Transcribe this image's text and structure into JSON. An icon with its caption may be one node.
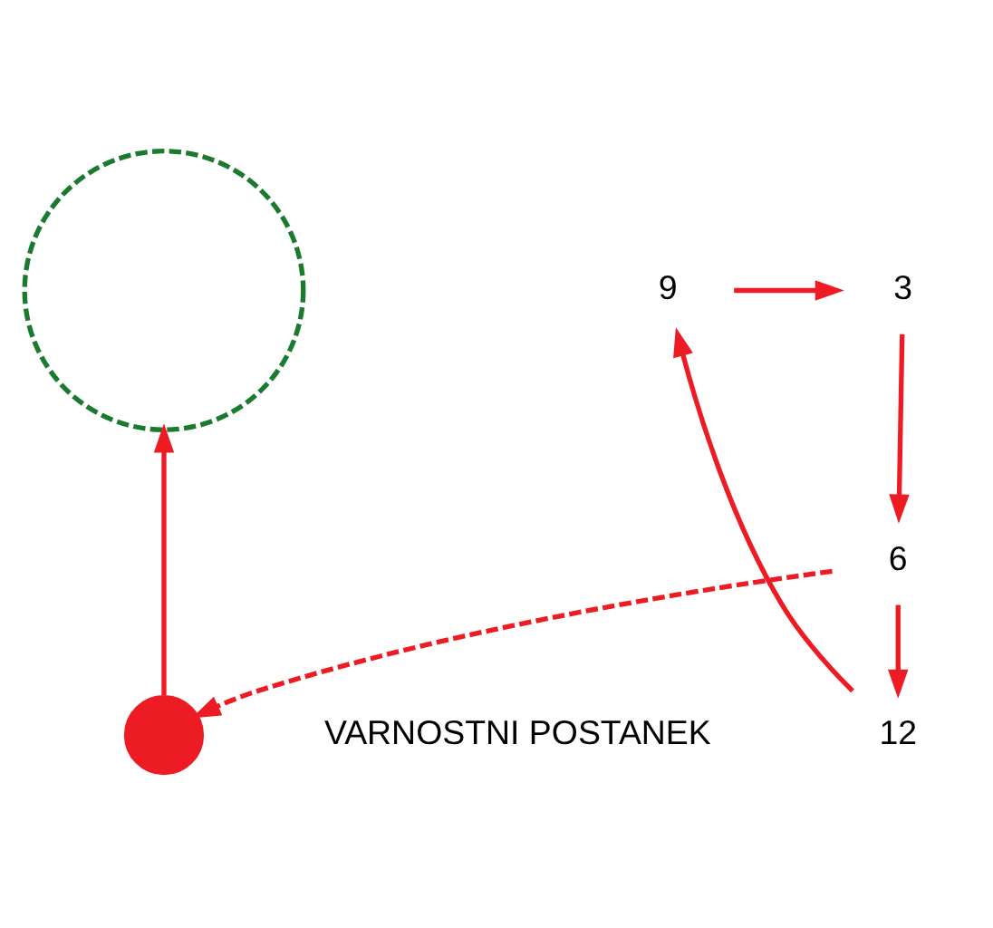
{
  "diagram": {
    "nodes": [
      {
        "text": [],
        "shape": "circle"
      },
      {
        "text": [
          "12"
        ]
      },
      {
        "text": [
          "9"
        ]
      },
      {
        "text": [
          "3"
        ]
      },
      {
        "text": [
          "6"
        ]
      },
      {
        "text": [],
        "shape": "circle",
        "beside": [
          "VARNOSTNI POSTANEK"
        ]
      }
    ],
    "edges": [
      {
        "from": 1,
        "to": 2,
        "arrow": "to"
      },
      {
        "from": 2,
        "to": 3,
        "arrow": "to"
      },
      {
        "from": 3,
        "to": 4,
        "arrow": "to"
      },
      {
        "from": 4,
        "to": 1,
        "arrow": "to"
      },
      {
        "from": 4,
        "to": 5,
        "arrow": "to",
        "style": "dashed"
      },
      {
        "from": 5,
        "to": 0,
        "arrow": "to"
      }
    ]
  }
}
